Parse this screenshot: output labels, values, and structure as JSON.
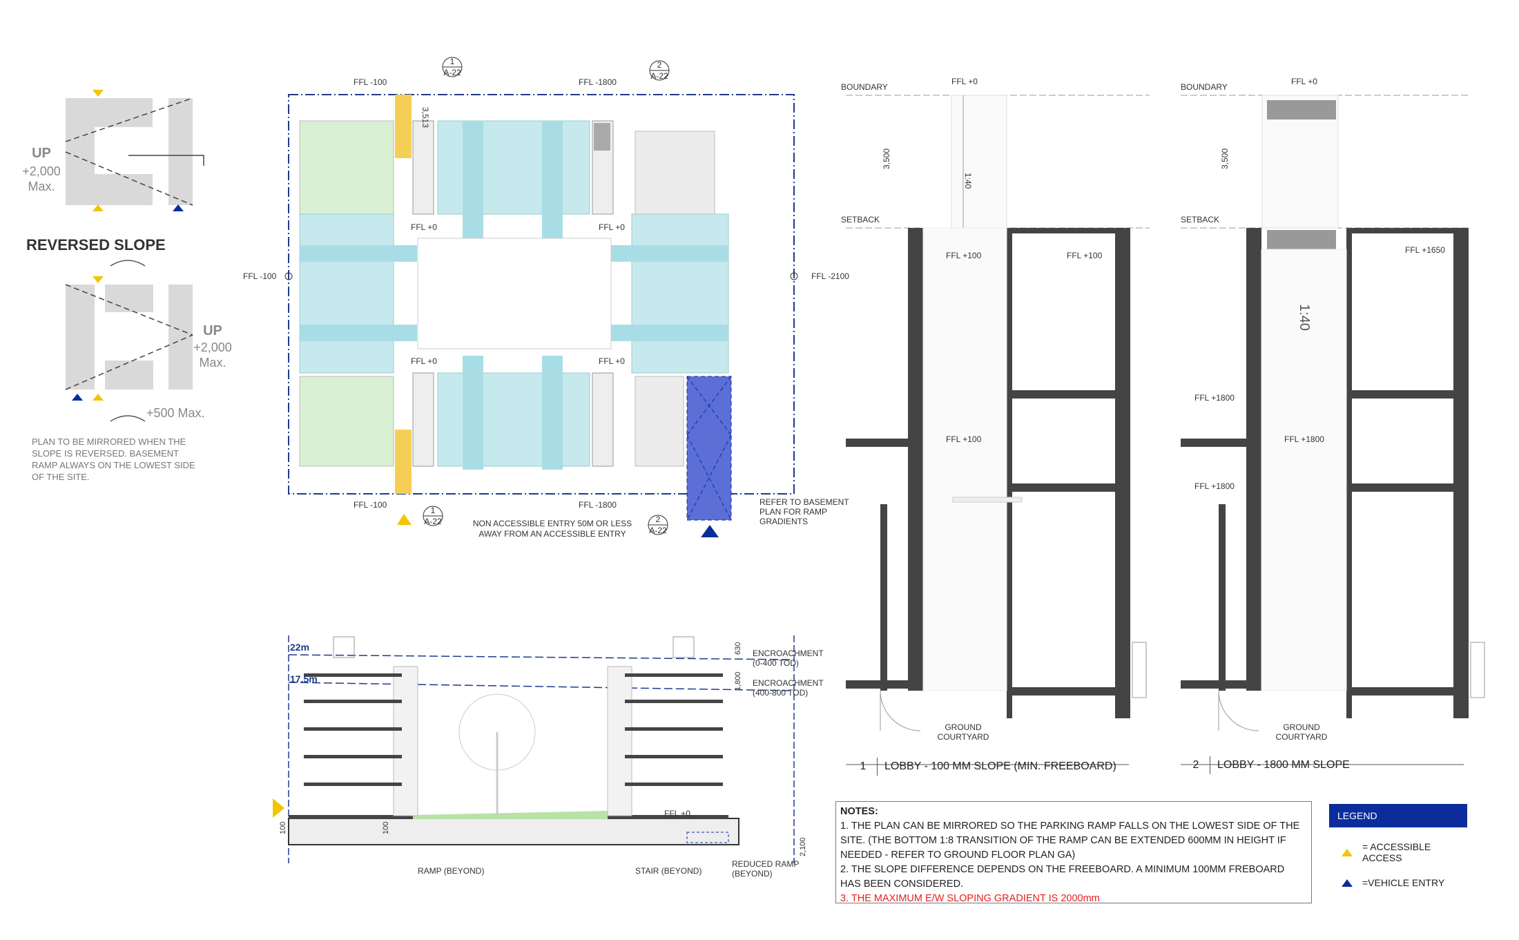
{
  "diagram1": {
    "up1": "UP",
    "up1_val": "+2,000",
    "up1_max": "Max.",
    "reversed": "REVERSED SLOPE",
    "up2": "UP",
    "up2_val": "+2,000",
    "up2_max": "Max.",
    "plus500": "+500 Max.",
    "note": [
      "PLAN TO BE MIRRORED WHEN THE",
      "SLOPE IS REVERSED. BASEMENT",
      "RAMP ALWAYS ON THE LOWEST SIDE",
      "OF THE SITE."
    ]
  },
  "plan": {
    "ffl_tl": "FFL -100",
    "ffl_tr": "FFL -1800",
    "ffl_left": "FFL -100",
    "ffl_right": "FFL -2100",
    "ffl_bl": "FFL -100",
    "ffl_br": "FFL -1800",
    "ffl_core1": "FFL +0",
    "ffl_core2": "FFL +0",
    "ffl_core3": "FFL +0",
    "ffl_core4": "FFL +0",
    "dim": "3,513",
    "callout1": {
      "num": "1",
      "ref": "A-22"
    },
    "callout2": {
      "num": "2",
      "ref": "A-22"
    },
    "callout3": {
      "num": "1",
      "ref": "A-22"
    },
    "callout4": {
      "num": "2",
      "ref": "A-22"
    },
    "nonaccess": [
      "NON ACCESSIBLE ENTRY 50M OR LESS",
      "AWAY FROM AN ACCESSIBLE ENTRY"
    ],
    "basement": [
      "REFER TO BASEMENT",
      "PLAN FOR RAMP",
      "GRADIENTS"
    ]
  },
  "section": {
    "h22": "22m",
    "h175": "17.5m",
    "enc1": [
      "ENCROACHMENT",
      "(0-400 TOD)"
    ],
    "enc2": [
      "ENCROACHMENT",
      "(400-800 TOD)"
    ],
    "d630": "630",
    "d1800": "1,800",
    "ffl0": "FFL +0",
    "d100a": "100",
    "d100b": "100",
    "d2100": "2,100",
    "ramp": "RAMP (BEYOND)",
    "stair": "STAIR (BEYOND)",
    "reduced": [
      "REDUCED RAMP",
      "(BEYOND)"
    ]
  },
  "lobby1": {
    "boundary": "BOUNDARY",
    "setback": "SETBACK",
    "ffl0": "FFL +0",
    "dim": "3,500",
    "slope": "1:40",
    "ffl100a": "FFL +100",
    "ffl100b": "FFL +100",
    "ffl100c": "FFL +100",
    "courtyard": [
      "GROUND",
      "COURTYARD"
    ],
    "num": "1",
    "title": "LOBBY - 100 MM SLOPE (MIN. FREEBOARD)"
  },
  "lobby2": {
    "boundary": "BOUNDARY",
    "setback": "SETBACK",
    "ffl0": "FFL +0",
    "dim": "3,500",
    "slope": "1:40",
    "ffl1650": "FFL +1650",
    "ffl1800a": "FFL +1800",
    "ffl1800b": "FFL +1800",
    "ffl1800c": "FFL +1800",
    "courtyard": [
      "GROUND",
      "COURTYARD"
    ],
    "num": "2",
    "title": "LOBBY - 1800 MM SLOPE"
  },
  "notes": {
    "heading": "NOTES:",
    "n1": "1. THE PLAN CAN BE MIRRORED SO THE PARKING RAMP FALLS ON THE LOWEST SIDE OF THE SITE. (THE BOTTOM 1:8 TRANSITION OF THE RAMP CAN BE EXTENDED 600MM IN HEIGHT IF NEEDED - REFER TO GROUND FLOOR PLAN GA)",
    "n2": "2.  THE SLOPE DIFFERENCE DEPENDS ON THE FREEBOARD. A MINIMUM 100MM FREBOARD HAS BEEN CONSIDERED.",
    "n3": "3. THE MAXIMUM E/W SLOPING GRADIENT IS 2000mm"
  },
  "legend": {
    "heading": "LEGEND",
    "accessible": "= ACCESSIBLE ACCESS",
    "vehicle": "=VEHICLE ENTRY"
  },
  "colors": {
    "accent_yellow": "#f2c500",
    "accent_blue": "#0b2d9c",
    "green": "#d9f0d3",
    "cyan": "#c6e9ee",
    "red": "#e32020"
  }
}
